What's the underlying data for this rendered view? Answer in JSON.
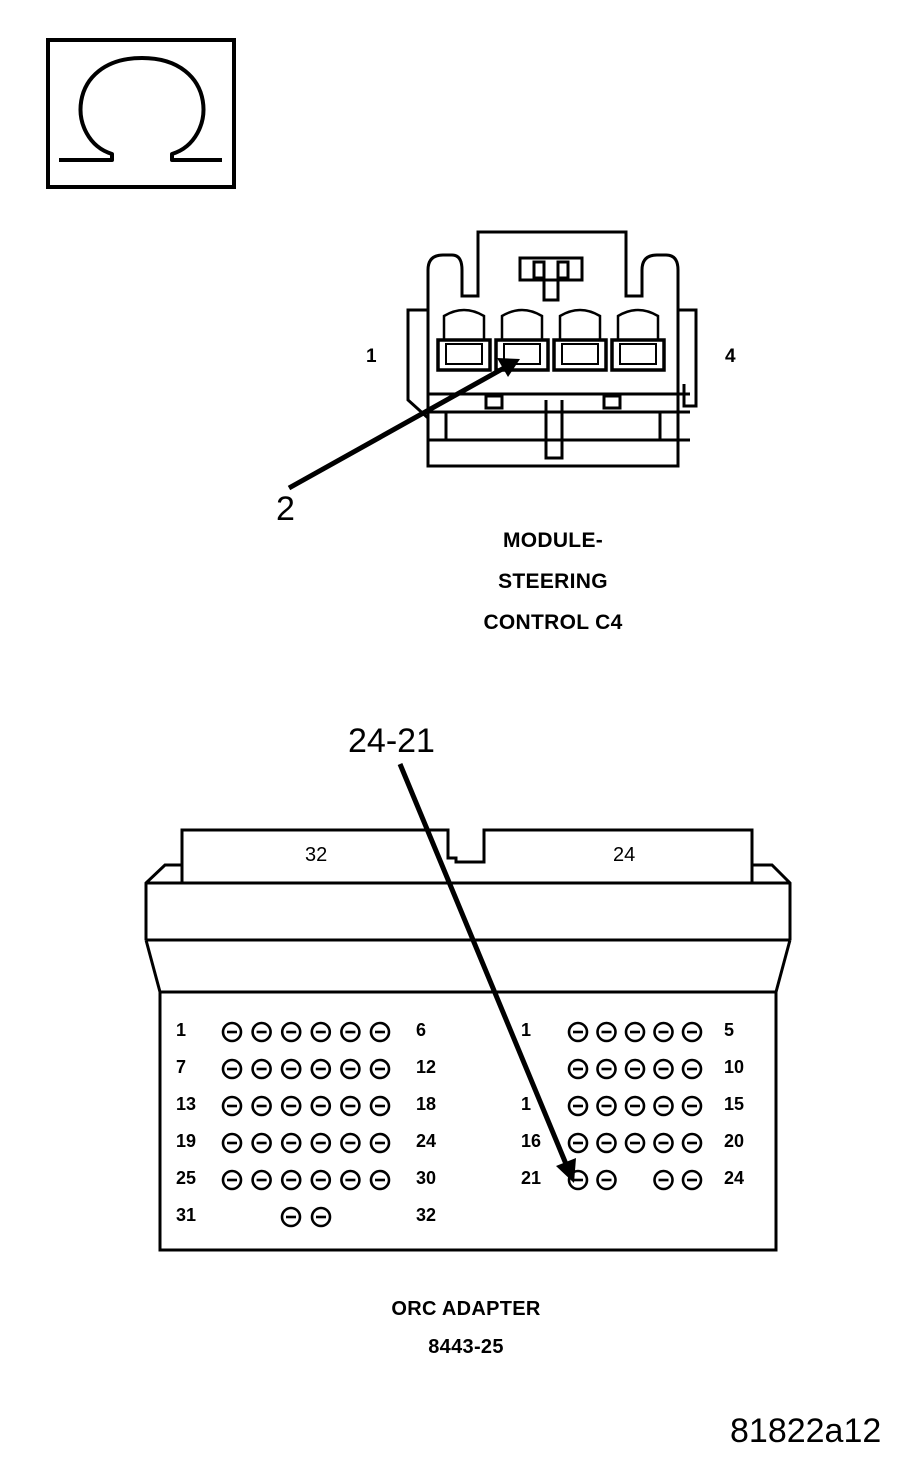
{
  "ohm_symbol": {
    "icon": "ohm-icon",
    "glyph": "Ω"
  },
  "steering_connector": {
    "pin_left": "1",
    "pin_right": "4",
    "callout": "2",
    "caption_lines": [
      "MODULE-",
      "STEERING",
      "CONTROL C4"
    ]
  },
  "orc_adapter": {
    "callout": "24-21",
    "header_left": "32",
    "header_right": "24",
    "left_block": {
      "row_start_labels": [
        "1",
        "7",
        "13",
        "19",
        "25",
        "31"
      ],
      "row_end_labels": [
        "6",
        "12",
        "18",
        "24",
        "30",
        "32"
      ]
    },
    "right_block": {
      "row_start_labels": [
        "1",
        "",
        "1",
        "16",
        "21"
      ],
      "row_end_labels": [
        "5",
        "10",
        "15",
        "20",
        "24"
      ]
    },
    "caption_lines": [
      "ORC ADAPTER",
      "8443-25"
    ]
  },
  "figure_id": "81822a12"
}
